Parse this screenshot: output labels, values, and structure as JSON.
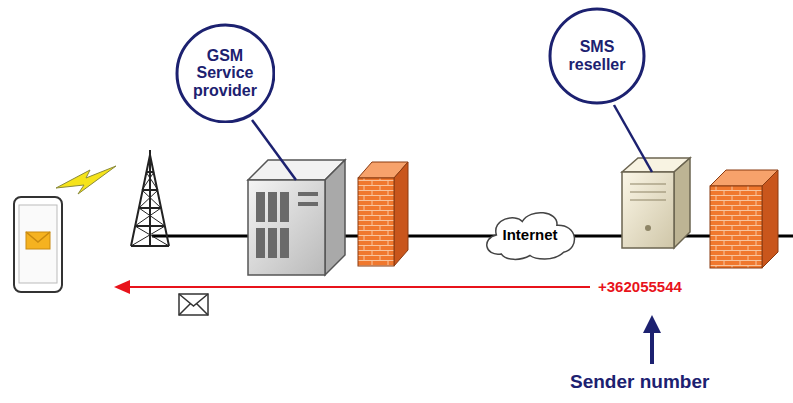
{
  "diagram": {
    "nodes": [
      {
        "text": [
          "GSM Service provider"
        ]
      },
      {
        "text": [
          "SMS reseller"
        ]
      },
      {
        "text": [
          "Internet"
        ]
      }
    ],
    "labels": [
      "+362055544",
      "Sender number"
    ]
  }
}
